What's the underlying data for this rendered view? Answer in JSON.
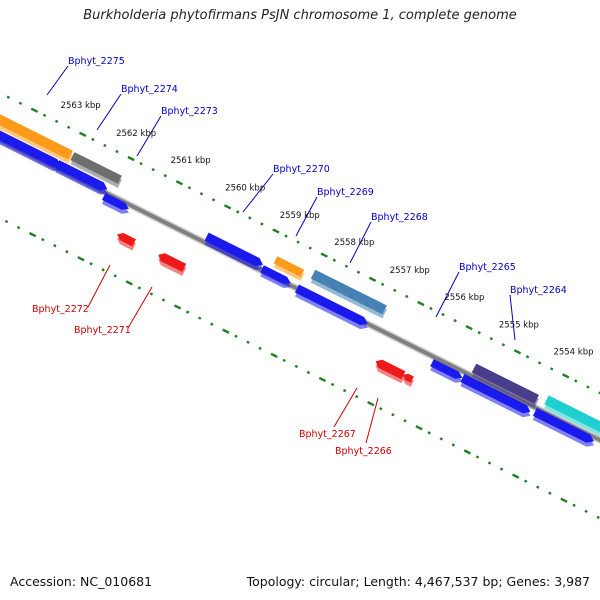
{
  "title": "Burkholderia phytofirmans PsJN chromosome 1, complete genome",
  "footer": {
    "accession": "Accession: NC_010681",
    "topology": "Topology: circular; Length: 4,467,537 bp; Genes: 3,987"
  },
  "colors": {
    "backbone": "#7f7f7f",
    "ticks": "#208020",
    "forward_label": "#0000c0",
    "reverse_label": "#cc0000",
    "blue_gene": "#1a1aee",
    "red_gene": "#ee1a1a",
    "orange_gene": "#ff9a1a",
    "gray_gene": "#6e6e6e",
    "steel_gene": "#4682b4",
    "slate_gene": "#483d8b",
    "cyan_gene": "#20d0d0"
  },
  "scale_labels": [
    "2563 kbp",
    "2562 kbp",
    "2561 kbp",
    "2560 kbp",
    "2559 kbp",
    "2558 kbp",
    "2557 kbp",
    "2556 kbp",
    "2555 kbp",
    "2554 kbp"
  ],
  "forward_labels": [
    "Bphyt_2275",
    "Bphyt_2274",
    "Bphyt_2273",
    "Bphyt_2270",
    "Bphyt_2269",
    "Bphyt_2268",
    "Bphyt_2265",
    "Bphyt_2264"
  ],
  "reverse_labels": [
    "Bphyt_2272",
    "Bphyt_2271",
    "Bphyt_2267",
    "Bphyt_2266"
  ]
}
